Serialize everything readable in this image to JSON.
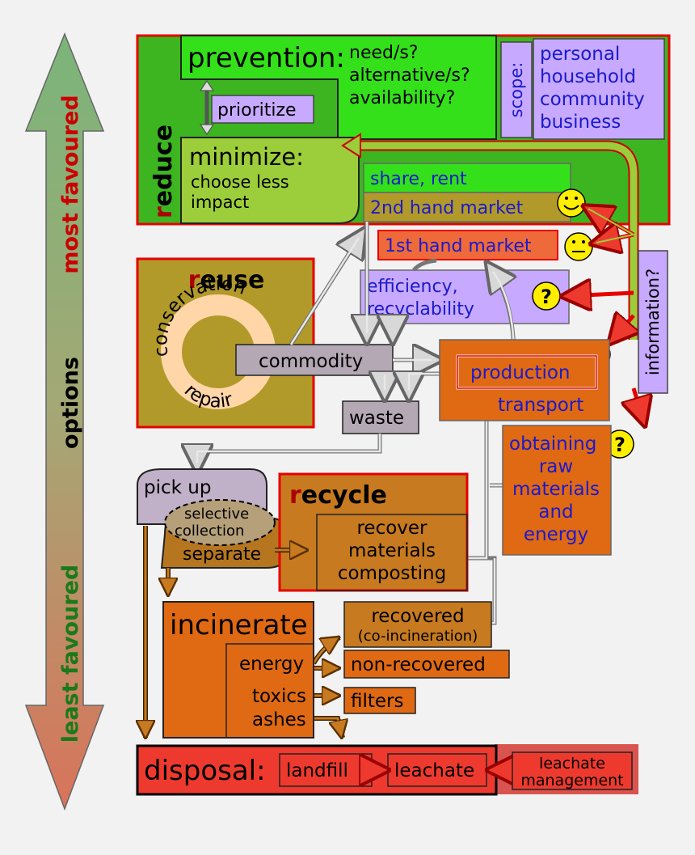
{
  "scale": {
    "most_favoured": "most favoured",
    "options": "options",
    "least_favoured": "least favoured"
  },
  "reduce": {
    "title_r": "r",
    "title_rest": "educe",
    "prevention": "prevention:",
    "questions": [
      "need/s?",
      "alternative/s?",
      "availability?"
    ],
    "prioritize": "prioritize",
    "scope_label": "scope:",
    "scope_items": [
      "personal",
      "household",
      "community",
      "business"
    ],
    "minimize": "minimize:",
    "minimize_lines": [
      "choose less",
      "impact"
    ]
  },
  "market": {
    "share_rent": "share, rent",
    "second_hand": "2nd hand market",
    "first_hand": "1st hand market",
    "efficiency": [
      "efficiency,",
      "recyclability"
    ]
  },
  "information": "information?",
  "reuse": {
    "title_r": "r",
    "title_rest": "euse",
    "conservation": "conservation",
    "repair": "repair"
  },
  "commodity": "commodity",
  "waste": "waste",
  "production": "production",
  "transport": "transport",
  "raw": [
    "obtaining",
    "raw",
    "materials",
    "and",
    "energy"
  ],
  "collection": {
    "pick_up": "pick up",
    "selective": [
      "selective",
      "collection"
    ],
    "separate": "separate"
  },
  "recycle": {
    "title_r": "r",
    "title_rest": "ecycle",
    "lines": [
      "recover",
      "materials",
      "composting"
    ]
  },
  "incinerate": {
    "title": "incinerate",
    "energy": "energy",
    "toxics": "toxics",
    "ashes": "ashes",
    "recovered": "recovered",
    "coincineration": "(co-incineration)",
    "non_recovered": "non-recovered",
    "filters": "filters"
  },
  "disposal": {
    "title": "disposal:",
    "landfill": "landfill",
    "leachate": "leachate",
    "management": [
      "leachate",
      "management"
    ]
  },
  "colors": {
    "reduce_green": "#3cb521",
    "prevention_green": "#33e01a",
    "minimize_green": "#9ccd3a",
    "violet": "#c7a9ff",
    "olive": "#b29a2a",
    "orange": "#e06914",
    "brown_orange": "#c77a1f",
    "red": "#ee3a2e",
    "border_red": "#e60000",
    "gray": "#b3a8b3",
    "smiley": "#ffee00"
  }
}
